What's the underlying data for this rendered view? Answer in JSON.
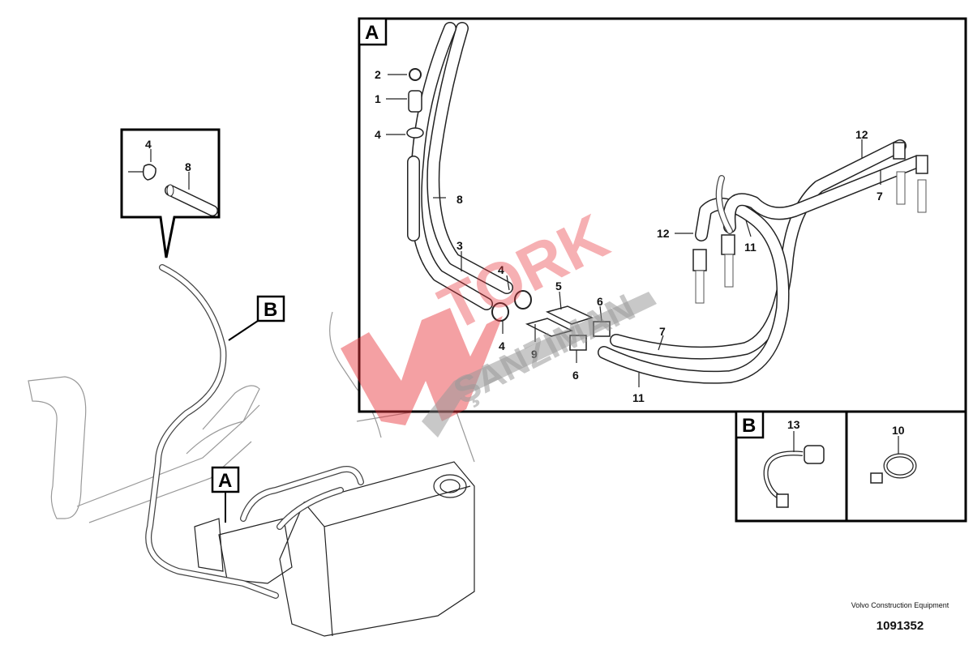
{
  "diagram": {
    "frames": {
      "frame_a_label": "A",
      "frame_b_label": "B",
      "main_a_label": "A",
      "main_b_label": "B"
    },
    "callouts_frame_a": [
      "2",
      "1",
      "4",
      "8",
      "3",
      "4",
      "5",
      "6",
      "7",
      "4",
      "9",
      "6",
      "11",
      "12",
      "7",
      "12",
      "11"
    ],
    "callouts_inset_b": [
      "4",
      "8"
    ],
    "callouts_frame_b": [
      "13",
      "10"
    ],
    "watermark": {
      "line1": "TORK",
      "line2": "ŞANZIMAN",
      "color_red": "#e8333a",
      "color_gray": "#888888"
    },
    "footer": {
      "company": "Volvo Construction Equipment",
      "drawing_number": "1091352"
    }
  }
}
